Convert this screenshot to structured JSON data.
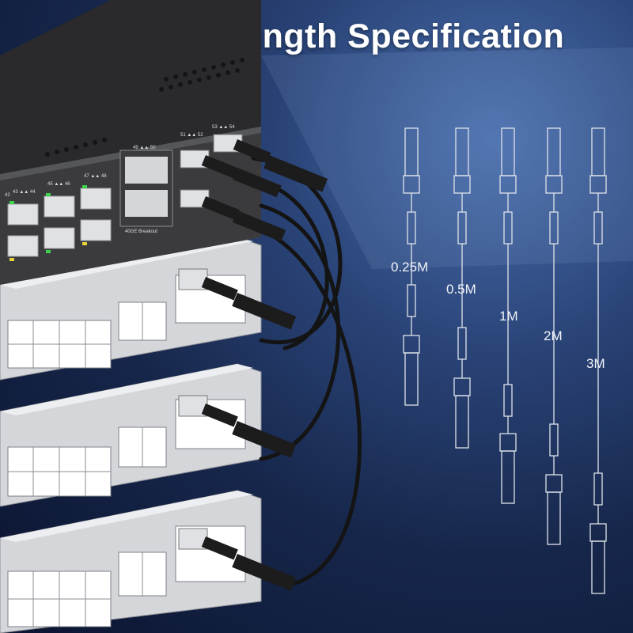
{
  "title": "Different Length Specification",
  "switch_labels": {
    "port_top": [
      "42",
      "43 ▲▲ 44",
      "45 ▲▲ 46",
      "47 ▲▲ 48"
    ],
    "uplink_top": [
      "49 ▲▲ 50",
      "51 ▲▲ 52",
      "53 ▲▲ 54"
    ],
    "breakout": "40GE Breakout"
  },
  "cables": [
    {
      "label": "0.25M"
    },
    {
      "label": "0.5M"
    },
    {
      "label": "1M"
    },
    {
      "label": "2M"
    },
    {
      "label": "3M"
    }
  ],
  "colors": {
    "background": "#16264a",
    "highlight": "#4a6fae",
    "title": "#ffffff",
    "switch_top": "#2a2a2c",
    "switch_front": "#3b3b3e",
    "chassis_gray": "#d4d6da",
    "cable_black": "#141414",
    "led_green": "#3bd34a",
    "led_yellow": "#e6d23a",
    "outline": "#dfe3ea"
  }
}
